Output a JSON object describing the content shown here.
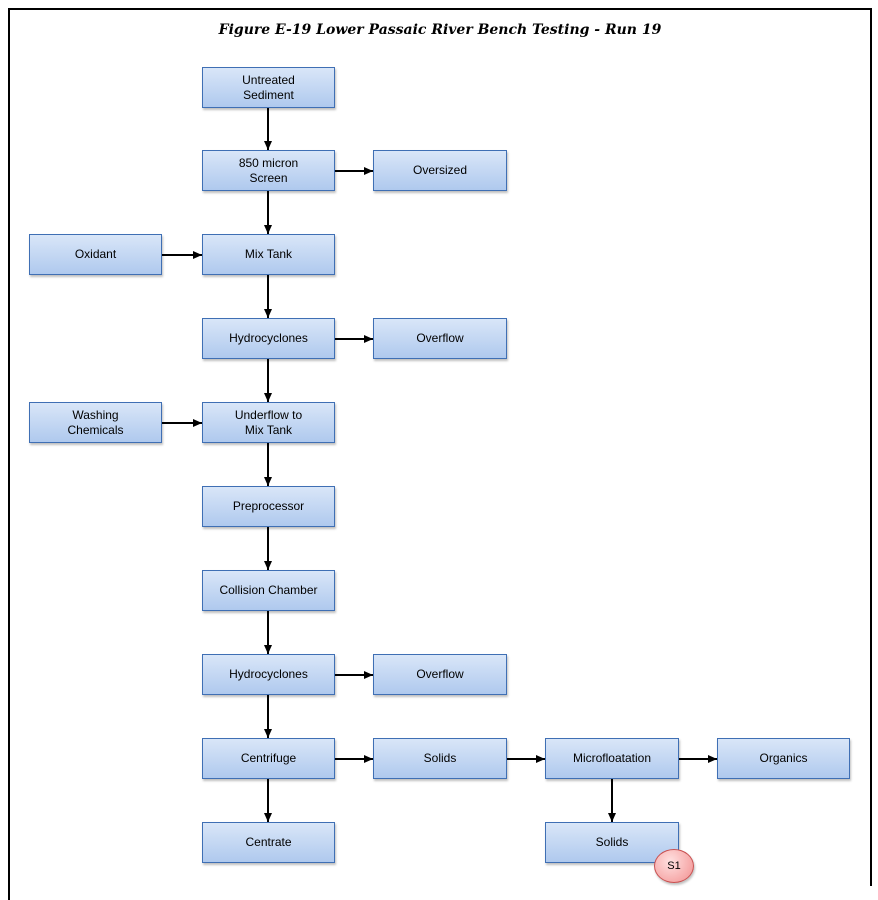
{
  "title": "Figure E-19 Lower Passaic River Bench Testing - Run 19",
  "nodes": {
    "untreated_sediment": "Untreated\nSediment",
    "screen_850": "850 micron\nScreen",
    "oversized": "Oversized",
    "oxidant": "Oxidant",
    "mix_tank": "Mix Tank",
    "hydrocyclones_1": "Hydrocyclones",
    "overflow_1": "Overflow",
    "washing_chemicals": "Washing\nChemicals",
    "underflow_mix_tank": "Underflow to\nMix Tank",
    "preprocessor": "Preprocessor",
    "collision_chamber": "Collision Chamber",
    "hydrocyclones_2": "Hydrocyclones",
    "overflow_2": "Overflow",
    "centrifuge": "Centrifuge",
    "solids_1": "Solids",
    "microfloatation": "Microfloatation",
    "organics": "Organics",
    "centrate": "Centrate",
    "solids_2": "Solids"
  },
  "badge": "S1",
  "colors": {
    "box_border": "#3f6fb4",
    "box_fill_top": "#d9e6f8",
    "box_fill_bottom": "#afc9ee",
    "badge_fill": "#f6a8a8",
    "badge_border": "#c85050"
  }
}
